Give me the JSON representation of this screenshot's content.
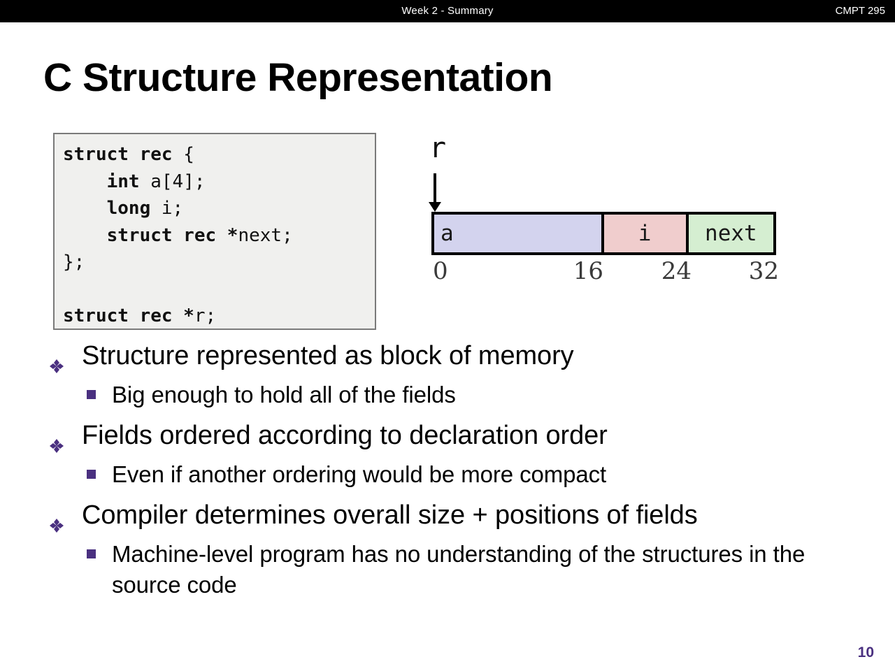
{
  "header": {
    "center_title": "Week 2 - Summary",
    "course_code": "CMPT 295",
    "background": "#000000",
    "text_color": "#ffffff"
  },
  "slide": {
    "title": "C Structure Representation",
    "page_number": "10",
    "accent_color": "#4a3080"
  },
  "code_block": {
    "background": "#f0f0ee",
    "border_color": "#7a7a7a",
    "lines": [
      {
        "keyword": "struct rec ",
        "identifier": "{"
      },
      {
        "keyword": "    int ",
        "identifier": "a[4];"
      },
      {
        "keyword": "    long ",
        "identifier": "i;"
      },
      {
        "keyword": "    struct rec *",
        "identifier": "next;"
      },
      {
        "keyword": "",
        "identifier": "};"
      },
      {
        "keyword": "",
        "identifier": ""
      },
      {
        "keyword": "struct rec *",
        "identifier": "r;"
      }
    ]
  },
  "memory_diagram": {
    "pointer_label": "r",
    "cells": [
      {
        "label": "a",
        "color": "#d3d3ee",
        "start": 0,
        "end": 16
      },
      {
        "label": "i",
        "color": "#f0cdcd",
        "start": 16,
        "end": 24
      },
      {
        "label": "next",
        "color": "#d5eed1",
        "start": 24,
        "end": 32
      }
    ],
    "offsets": [
      "0",
      "16",
      "24",
      "32"
    ]
  },
  "bullets": [
    {
      "level": 1,
      "marker": "diamond-cluster-bullet",
      "text": "Structure represented as block of memory"
    },
    {
      "level": 2,
      "marker": "square-bullet",
      "text": "Big enough to hold all of the fields"
    },
    {
      "level": 1,
      "marker": "diamond-cluster-bullet",
      "text": "Fields ordered according to declaration order"
    },
    {
      "level": 2,
      "marker": "square-bullet",
      "text": "Even if another ordering would be more compact"
    },
    {
      "level": 1,
      "marker": "diamond-cluster-bullet",
      "text": "Compiler determines overall size + positions of fields"
    },
    {
      "level": 2,
      "marker": "square-bullet",
      "text": "Machine-level program has no understanding of the structures in the source code"
    }
  ]
}
